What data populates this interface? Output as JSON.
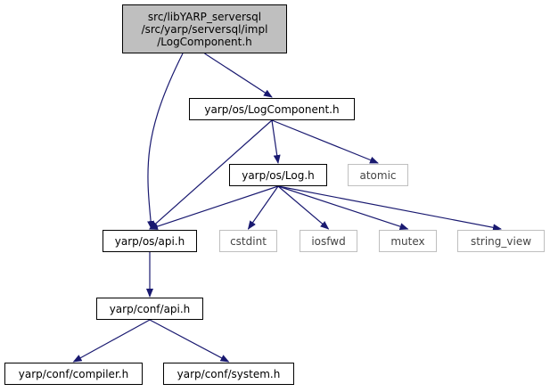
{
  "colors": {
    "edge": "#191970",
    "root_fill": "#bfbfbf",
    "box_border": "#000000",
    "system_border": "#bfbfbf"
  },
  "nodes": {
    "root": {
      "lines": [
        "src/libYARP_serversql",
        "/src/yarp/serversql/impl",
        "/LogComponent.h"
      ]
    },
    "logcomponent": {
      "label": "yarp/os/LogComponent.h"
    },
    "log": {
      "label": "yarp/os/Log.h"
    },
    "atomic": {
      "label": "atomic"
    },
    "os_api": {
      "label": "yarp/os/api.h"
    },
    "cstdint": {
      "label": "cstdint"
    },
    "iosfwd": {
      "label": "iosfwd"
    },
    "mutex": {
      "label": "mutex"
    },
    "string_view": {
      "label": "string_view"
    },
    "conf_api": {
      "label": "yarp/conf/api.h"
    },
    "compiler": {
      "label": "yarp/conf/compiler.h"
    },
    "system": {
      "label": "yarp/conf/system.h"
    }
  },
  "edges": [
    {
      "from": "root",
      "to": "logcomponent"
    },
    {
      "from": "root",
      "to": "os_api"
    },
    {
      "from": "logcomponent",
      "to": "log"
    },
    {
      "from": "logcomponent",
      "to": "atomic"
    },
    {
      "from": "logcomponent",
      "to": "os_api"
    },
    {
      "from": "log",
      "to": "os_api"
    },
    {
      "from": "log",
      "to": "cstdint"
    },
    {
      "from": "log",
      "to": "iosfwd"
    },
    {
      "from": "log",
      "to": "mutex"
    },
    {
      "from": "log",
      "to": "string_view"
    },
    {
      "from": "os_api",
      "to": "conf_api"
    },
    {
      "from": "conf_api",
      "to": "compiler"
    },
    {
      "from": "conf_api",
      "to": "system"
    }
  ]
}
